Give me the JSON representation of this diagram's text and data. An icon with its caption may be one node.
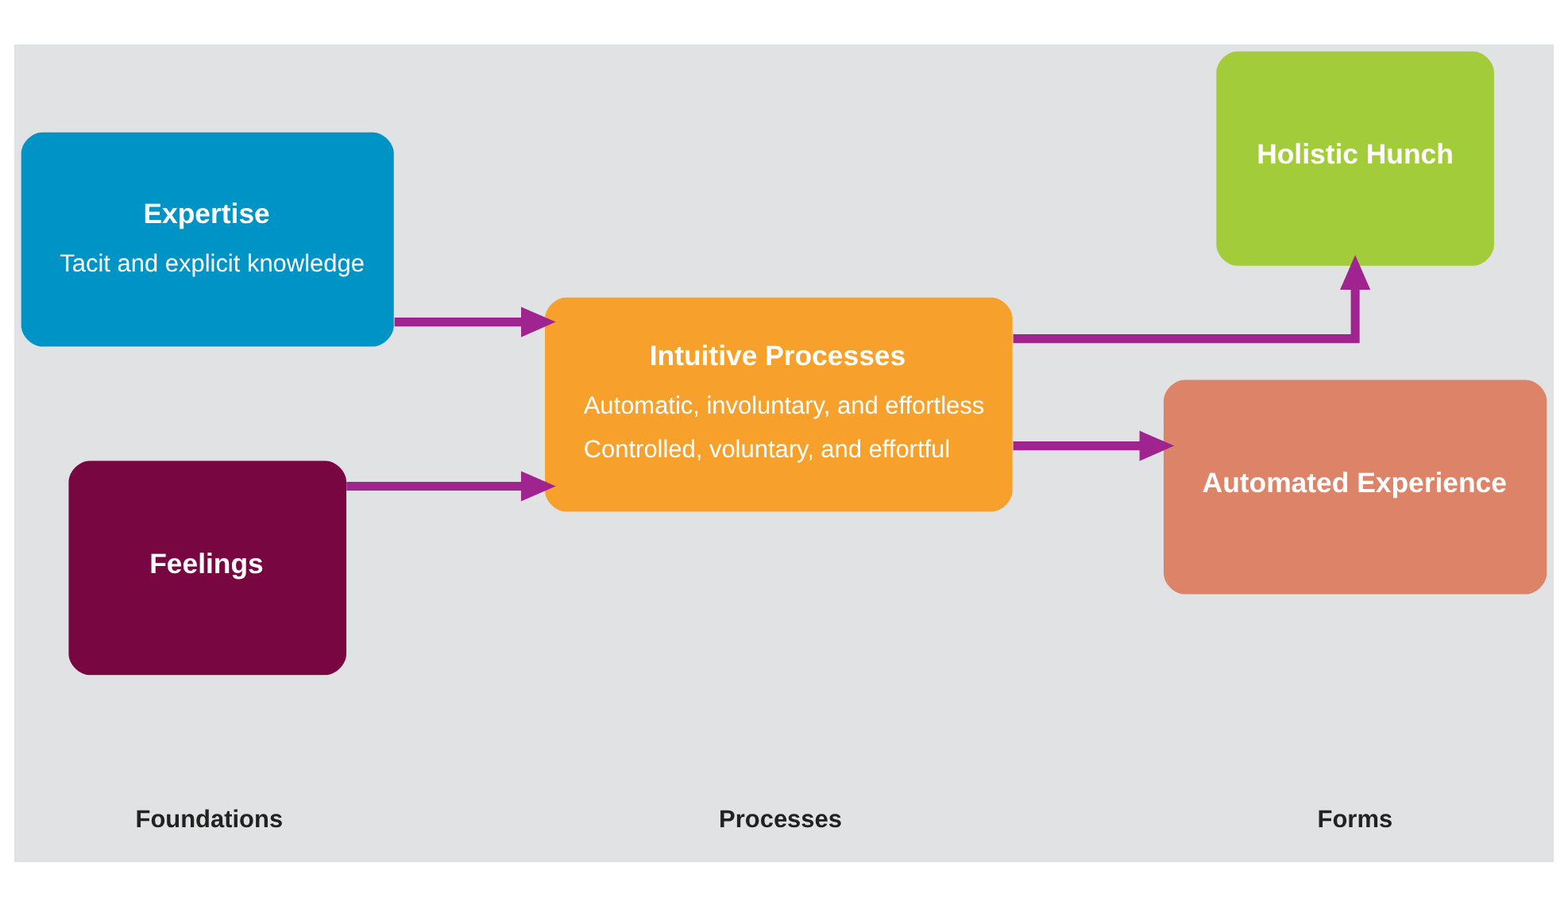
{
  "diagram": {
    "nodes": [
      {
        "text": [
          "Expertise",
          "Tacit and explicit knowledge"
        ]
      },
      {
        "text": [
          "Feelings"
        ]
      },
      {
        "text": [
          "Intuitive Processes",
          "Automatic, involuntary, and effortless",
          "Controlled, voluntary, and effortful"
        ]
      },
      {
        "text": [
          "Holistic Hunch"
        ]
      },
      {
        "text": [
          "Automated Experience"
        ]
      }
    ],
    "edges": [
      {
        "from": 0,
        "to": 2,
        "arrow": "to"
      },
      {
        "from": 1,
        "to": 2,
        "arrow": "to"
      },
      {
        "from": 2,
        "to": 3,
        "arrow": "to"
      },
      {
        "from": 2,
        "to": 4,
        "arrow": "to"
      }
    ],
    "labels": [
      "Foundations",
      "Processes",
      "Forms"
    ]
  }
}
